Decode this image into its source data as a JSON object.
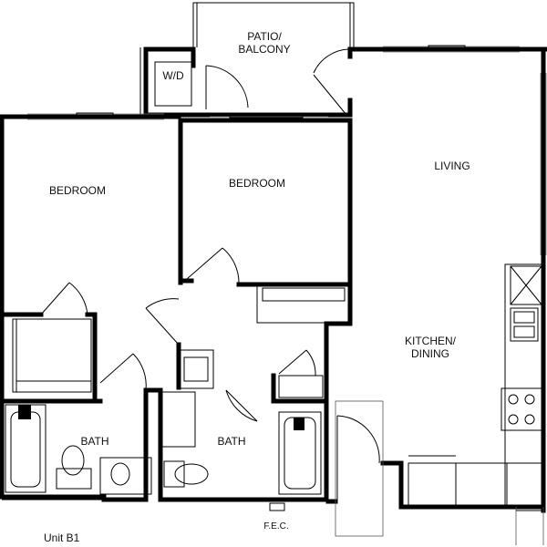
{
  "plan": {
    "unit_label": "Unit B1",
    "fec_label": "F.E.C."
  },
  "rooms": {
    "patio": "PATIO/\nBALCONY",
    "patio_line1": "PATIO/",
    "patio_line2": "BALCONY",
    "wd": "W/D",
    "bedroom_left": "BEDROOM",
    "bedroom_center": "BEDROOM",
    "living": "LIVING",
    "kitchen_line1": "KITCHEN/",
    "kitchen_line2": "DINING",
    "bath_left": "BATH",
    "bath_center": "BATH"
  }
}
